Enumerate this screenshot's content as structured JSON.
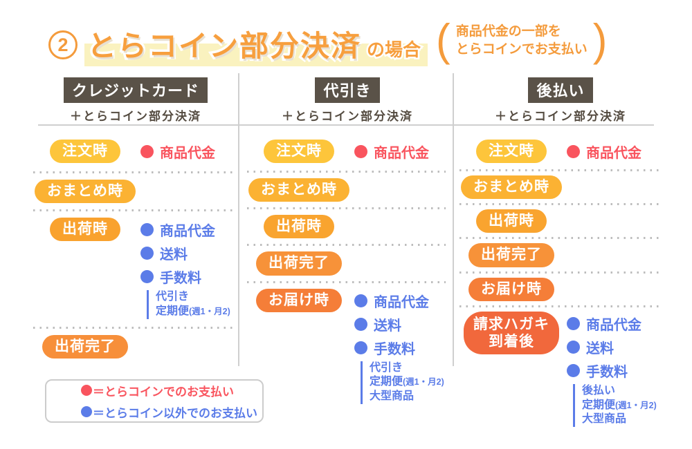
{
  "title": {
    "number": "2",
    "main": "とらコイン部分決済",
    "suffix": "の場合",
    "paren_open": "(",
    "paren_close": ")",
    "note_line1": "商品代金の一部を",
    "note_line2": "とらコインでお支払い"
  },
  "columns": [
    {
      "header": "クレジットカード",
      "subheader": "＋とらコイン部分決済",
      "steps": [
        {
          "label_lines": [
            "注文時"
          ],
          "pill_color": "#FDC53B",
          "payments": [
            {
              "type": "red",
              "label": "商品代金"
            }
          ],
          "notes": []
        },
        {
          "label_lines": [
            "おまとめ時"
          ],
          "pill_color": "#FBB233",
          "payments": [],
          "notes": []
        },
        {
          "label_lines": [
            "出荷時"
          ],
          "pill_color": "#F9A22E",
          "payments": [
            {
              "type": "blue",
              "label": "商品代金"
            },
            {
              "type": "blue",
              "label": "送料"
            },
            {
              "type": "blue",
              "label": "手数料"
            }
          ],
          "notes": [
            {
              "text": "代引き",
              "small": ""
            },
            {
              "text": "定期便",
              "small": "(週1・月2)"
            }
          ]
        },
        {
          "label_lines": [
            "出荷完了"
          ],
          "pill_color": "#F78F3A",
          "payments": [],
          "notes": []
        }
      ]
    },
    {
      "header": "代引き",
      "subheader": "＋とらコイン部分決済",
      "steps": [
        {
          "label_lines": [
            "注文時"
          ],
          "pill_color": "#FDC53B",
          "payments": [
            {
              "type": "red",
              "label": "商品代金"
            }
          ],
          "notes": []
        },
        {
          "label_lines": [
            "おまとめ時"
          ],
          "pill_color": "#FBB233",
          "payments": [],
          "notes": []
        },
        {
          "label_lines": [
            "出荷時"
          ],
          "pill_color": "#F9A42F",
          "payments": [],
          "notes": []
        },
        {
          "label_lines": [
            "出荷完了"
          ],
          "pill_color": "#F79239",
          "payments": [],
          "notes": []
        },
        {
          "label_lines": [
            "お届け時"
          ],
          "pill_color": "#F57E38",
          "payments": [
            {
              "type": "blue",
              "label": "商品代金"
            },
            {
              "type": "blue",
              "label": "送料"
            },
            {
              "type": "blue",
              "label": "手数料"
            }
          ],
          "notes": [
            {
              "text": "代引き",
              "small": ""
            },
            {
              "text": "定期便",
              "small": "(週1・月2)"
            },
            {
              "text": "大型商品",
              "small": ""
            }
          ]
        }
      ]
    },
    {
      "header": "後払い",
      "subheader": "＋とらコイン部分決済",
      "steps": [
        {
          "label_lines": [
            "注文時"
          ],
          "pill_color": "#FDC53B",
          "payments": [
            {
              "type": "red",
              "label": "商品代金"
            }
          ],
          "notes": []
        },
        {
          "label_lines": [
            "おまとめ時"
          ],
          "pill_color": "#FBB233",
          "payments": [],
          "notes": []
        },
        {
          "label_lines": [
            "出荷時"
          ],
          "pill_color": "#F9A42F",
          "payments": [],
          "notes": []
        },
        {
          "label_lines": [
            "出荷完了"
          ],
          "pill_color": "#F79239",
          "payments": [],
          "notes": []
        },
        {
          "label_lines": [
            "お届け時"
          ],
          "pill_color": "#F57E38",
          "payments": [],
          "notes": []
        },
        {
          "label_lines": [
            "請求ハガキ",
            "到着後"
          ],
          "pill_color": "#F1683C",
          "payments": [
            {
              "type": "blue",
              "label": "商品代金"
            },
            {
              "type": "blue",
              "label": "送料"
            },
            {
              "type": "blue",
              "label": "手数料"
            }
          ],
          "notes": [
            {
              "text": "後払い",
              "small": ""
            },
            {
              "text": "定期便",
              "small": "(週1・月2)"
            },
            {
              "text": "大型商品",
              "small": ""
            }
          ]
        }
      ]
    }
  ],
  "legend": [
    {
      "type": "red",
      "label": "＝とらコインでのお支払い"
    },
    {
      "type": "blue",
      "label": "＝とらコイン以外でのお支払い"
    }
  ],
  "colors": {
    "red": "#F9545E",
    "blue": "#5B7CE8",
    "orange_accent": "#F49B3C",
    "connector_orange": "#F7941E",
    "header_badge_bg": "#5A5248",
    "title_highlight": "#FAF2BF"
  }
}
